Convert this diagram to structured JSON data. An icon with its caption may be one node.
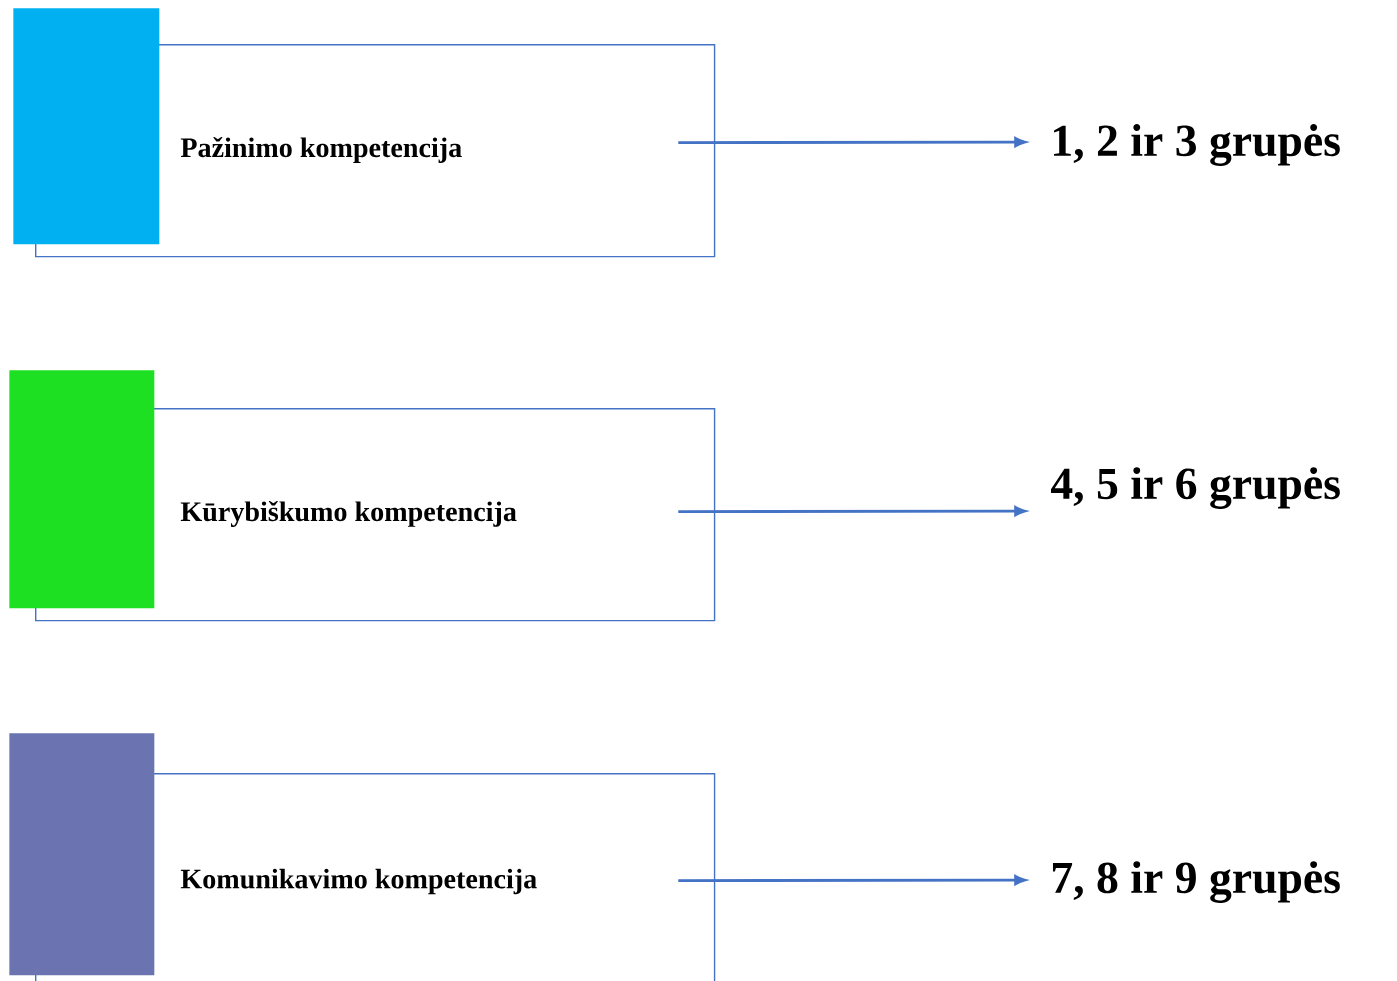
{
  "diagram": {
    "nodes": [
      {
        "text": [],
        "shape": "box"
      },
      {
        "text": [
          "Pažinimo kompetencija"
        ]
      },
      {
        "text": [
          "1, 2 ir 3 grupės"
        ]
      },
      {
        "text": [],
        "shape": "box"
      },
      {
        "text": [
          "Kūrybiškumo kompetencija"
        ]
      },
      {
        "text": [
          "4, 5 ir 6 grupės"
        ]
      },
      {
        "text": [],
        "shape": "box"
      },
      {
        "text": [
          "Komunikavimo kompetencija"
        ]
      },
      {
        "text": [
          "7, 8 ir 9 grupės"
        ]
      }
    ],
    "edges": [
      {
        "from": 1,
        "to": 2,
        "arrow": "to"
      },
      {
        "from": 4,
        "to": 5,
        "arrow": "to"
      },
      {
        "from": 7,
        "to": 8,
        "arrow": "to"
      }
    ]
  }
}
